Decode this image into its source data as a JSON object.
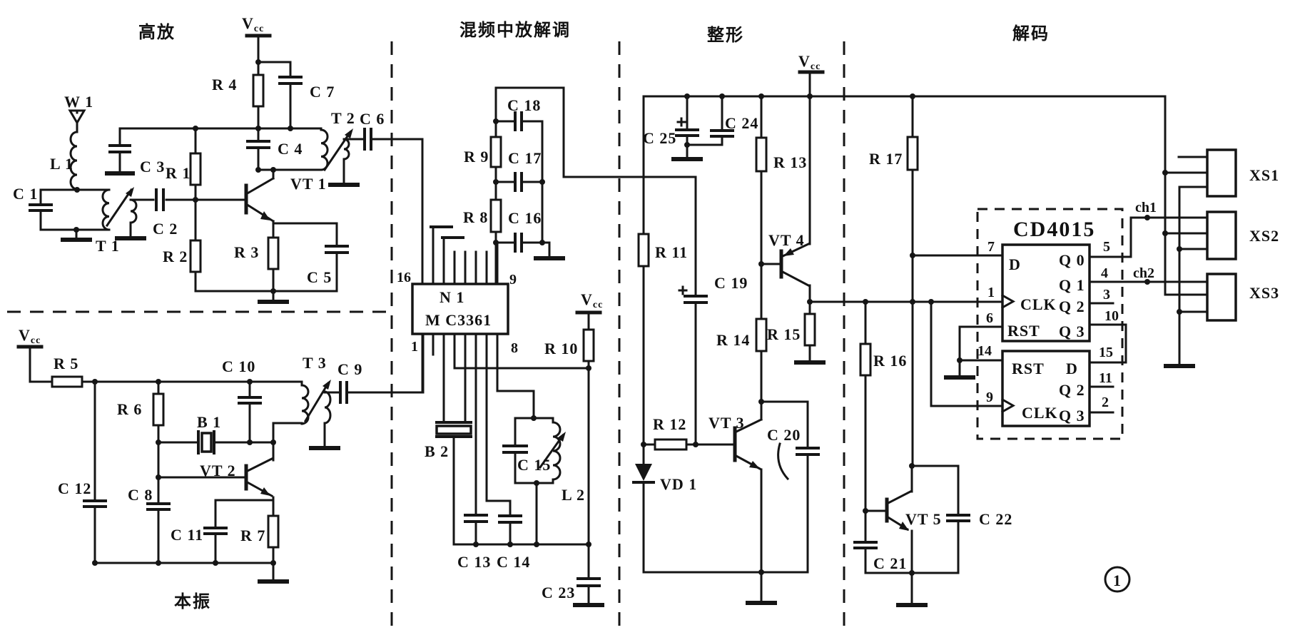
{
  "figure": {
    "number": "1"
  },
  "sections": {
    "rf_amp": "高放",
    "mixer_if_demod": "混频中放解调",
    "shaping": "整形",
    "decode": "解码",
    "local_osc": "本振"
  },
  "power": {
    "vcc": "V",
    "vcc_sub": "cc"
  },
  "components": {
    "w1": "W 1",
    "l1": "L 1",
    "c1": "C 1",
    "t1": "T 1",
    "c2": "C 2",
    "c3": "C 3",
    "r1": "R 1",
    "r2": "R 2",
    "r3": "R 3",
    "c5": "C 5",
    "vt1": "VT 1",
    "c4": "C 4",
    "r4": "R 4",
    "c7": "C 7",
    "t2": "T 2",
    "c6": "C 6",
    "r5": "R 5",
    "r6": "R 6",
    "c12": "C 12",
    "c8": "C 8",
    "b1": "B 1",
    "vt2": "VT 2",
    "c10": "C 10",
    "t3": "T 3",
    "c9": "C 9",
    "c11": "C 11",
    "r7": "R 7",
    "b2": "B 2",
    "c13": "C 13",
    "c14": "C 14",
    "c15": "C 15",
    "l2": "L 2",
    "c23": "C 23",
    "c18": "C 18",
    "r9": "R 9",
    "c17": "C 17",
    "r8": "R 8",
    "c16": "C 16",
    "r10": "R 10",
    "c25": "C 25",
    "c24": "C 24",
    "r13": "R 13",
    "r11": "R 11",
    "c19": "C 19",
    "r12": "R 12",
    "vt3": "VT 3",
    "vd1": "VD 1",
    "c20": "C 20",
    "r14": "R 14",
    "r15": "R 15",
    "vt4": "VT 4",
    "r17": "R 17",
    "r16": "R 16",
    "vt5": "VT 5",
    "c22": "C 22",
    "c21": "C 21"
  },
  "ics": {
    "n1": {
      "name": "N 1",
      "part": "M C3361",
      "pin16": "16",
      "pin9": "9",
      "pin1": "1",
      "pin8": "8"
    },
    "cd4015": {
      "part": "CD4015",
      "upper": {
        "d": "D",
        "clk": "CLK",
        "rst": "RST",
        "q0": "Q 0",
        "q1": "Q 1",
        "q2": "Q 2",
        "q3": "Q 3",
        "p7": "7",
        "p1": "1",
        "p6": "6",
        "p5": "5",
        "p4": "4",
        "p3": "3",
        "p10": "10"
      },
      "lower": {
        "rst": "RST",
        "d": "D",
        "clk": "CLK",
        "q2": "Q 2",
        "q3": "Q 3",
        "p14": "14",
        "p9": "9",
        "p15": "15",
        "p11": "11",
        "p2": "2"
      }
    }
  },
  "connectors": {
    "xs1": "XS1",
    "xs2": "XS2",
    "xs3": "XS3"
  },
  "channels": {
    "ch1": "ch1",
    "ch2": "ch2"
  },
  "colors": {
    "ink": "#151515",
    "paper": "#ffffff"
  }
}
